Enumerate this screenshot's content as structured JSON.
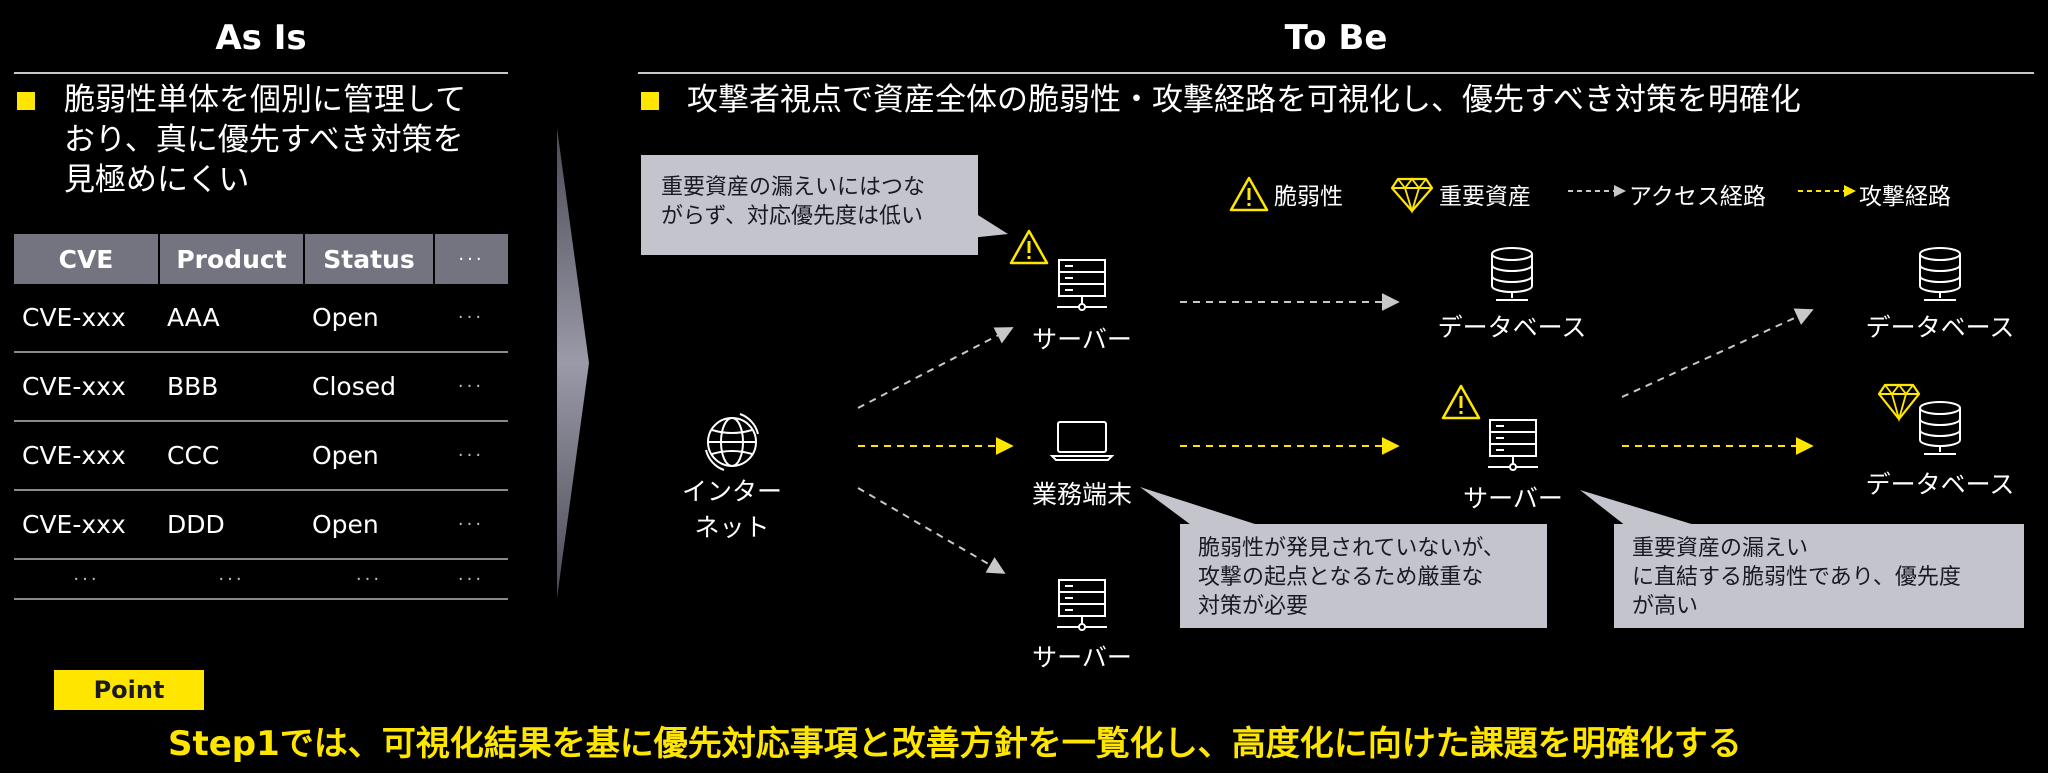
{
  "as_is": {
    "title": "As Is",
    "bullet_lines": [
      "脆弱性単体を個別に管理して",
      "おり、真に優先すべき対策を",
      "見極めにくい"
    ],
    "table": {
      "headers": [
        "CVE",
        "Product",
        "Status",
        "···"
      ],
      "rows": [
        [
          "CVE-xxx",
          "AAA",
          "Open",
          "···"
        ],
        [
          "CVE-xxx",
          "BBB",
          "Closed",
          "···"
        ],
        [
          "CVE-xxx",
          "CCC",
          "Open",
          "···"
        ],
        [
          "CVE-xxx",
          "DDD",
          "Open",
          "···"
        ],
        [
          "···",
          "···",
          "···",
          "···"
        ]
      ]
    }
  },
  "to_be": {
    "title": "To Be",
    "bullet": "攻撃者視点で資産全体の脆弱性・攻撃経路を可視化し、優先すべき対策を明確化",
    "legend": {
      "vulnerability": "脆弱性",
      "critical_asset": "重要資産",
      "access_path": "アクセス経路",
      "attack_path": "攻撃経路"
    },
    "nodes": {
      "internet_line1": "インター",
      "internet_line2": "ネット",
      "server_top": "サーバー",
      "terminal": "業務端末",
      "server_bottom": "サーバー",
      "database_mid_top": "データベース",
      "server_mid": "サーバー",
      "database_right_top": "データベース",
      "database_right_mid": "データベース"
    },
    "callouts": {
      "low_priority_lines": [
        "重要資産の漏えいにはつな",
        "がらず、対応優先度は低い"
      ],
      "terminal_note_lines": [
        "脆弱性が発見されていないが、",
        "攻撃の起点となるため厳重な",
        "対策が必要"
      ],
      "high_priority_lines": [
        "重要資産の漏えい",
        "に直結する脆弱性であり、優先度",
        "が高い"
      ]
    }
  },
  "point": {
    "badge": "Point",
    "text": "Step1では、可視化結果を基に優先対応事項と改善方針を一覧化し、高度化に向けた課題を明確化する"
  },
  "colors": {
    "accent_yellow": "#ffe600",
    "table_header_gray": "#747480",
    "callout_gray": "#c4c4cd",
    "access_path_gray": "#c8c8c8"
  }
}
